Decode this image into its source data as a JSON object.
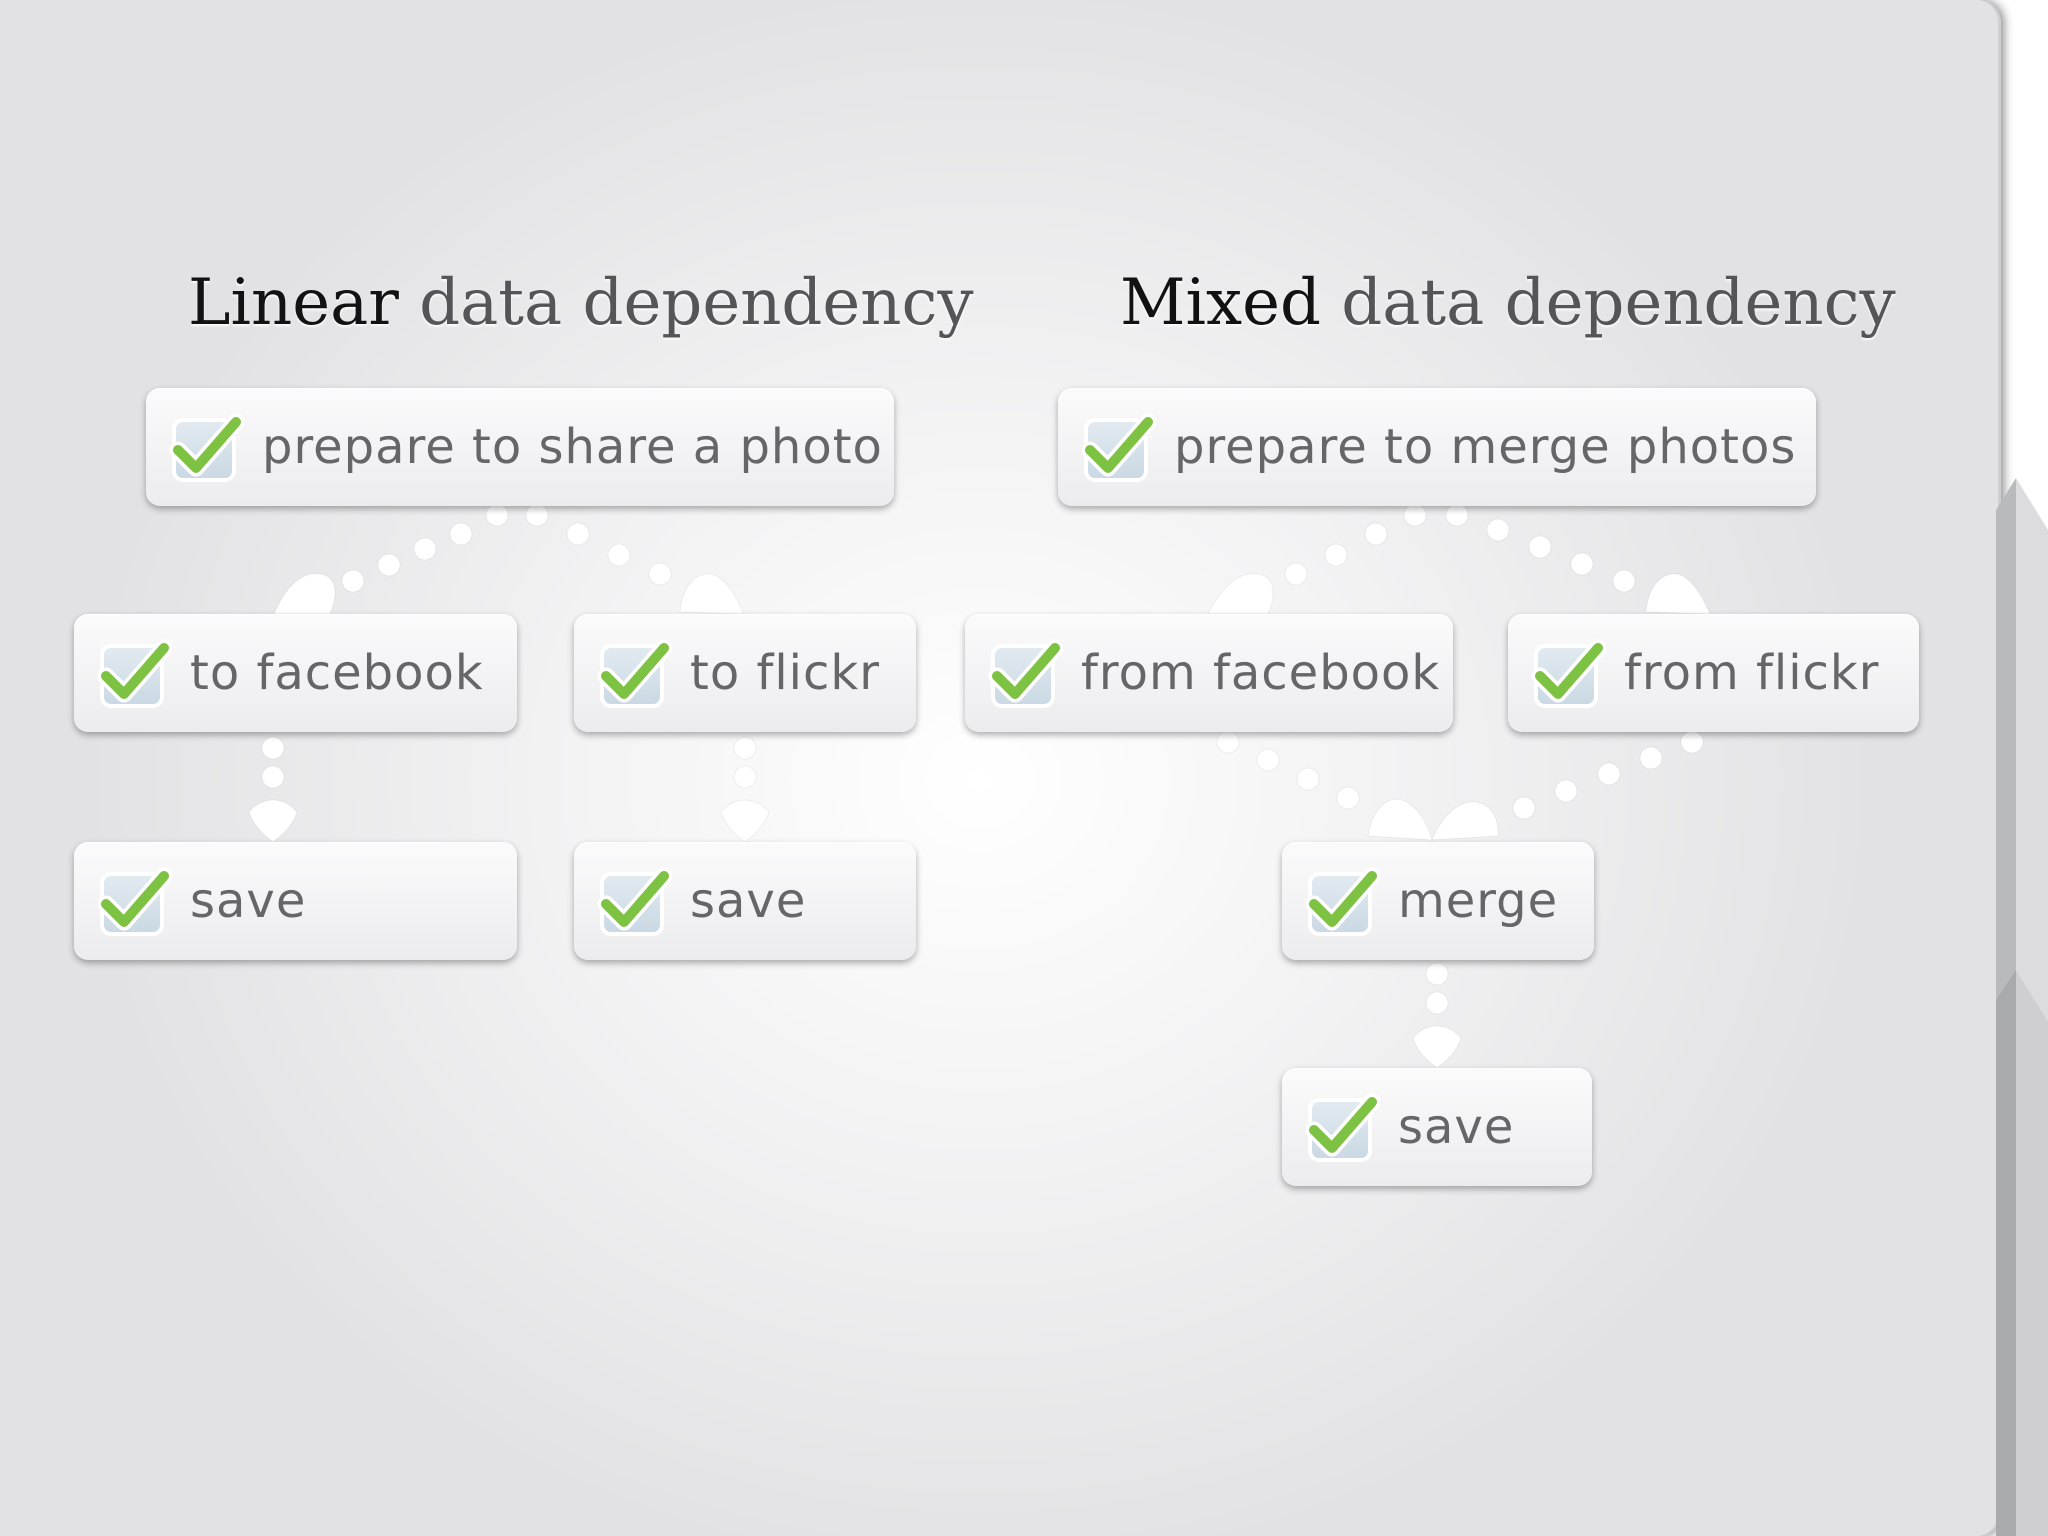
{
  "colors": {
    "background_center": "#ffffff",
    "background_edge": "#e2e2e4",
    "task_text": "#666668",
    "heading_strong": "#121212",
    "heading_light": "#555557",
    "check_green": "#7dc242",
    "check_box": "#d7e3ec",
    "connector": "#ffffff"
  },
  "diagrams": [
    {
      "heading": {
        "strong": "Linear",
        "rest": " data dependency"
      },
      "tasks": {
        "root": {
          "label": "prepare to share a photo",
          "icon": "checkmark-icon"
        },
        "left": {
          "label": "to facebook",
          "icon": "checkmark-icon"
        },
        "right": {
          "label": "to flickr",
          "icon": "checkmark-icon"
        },
        "left_save": {
          "label": "save",
          "icon": "checkmark-icon"
        },
        "right_save": {
          "label": "save",
          "icon": "checkmark-icon"
        }
      }
    },
    {
      "heading": {
        "strong": "Mixed",
        "rest": " data dependency"
      },
      "tasks": {
        "root": {
          "label": "prepare to merge photos",
          "icon": "checkmark-icon"
        },
        "left": {
          "label": "from facebook",
          "icon": "checkmark-icon"
        },
        "right": {
          "label": "from flickr",
          "icon": "checkmark-icon"
        },
        "merge": {
          "label": "merge",
          "icon": "checkmark-icon"
        },
        "save": {
          "label": "save",
          "icon": "checkmark-icon"
        }
      }
    }
  ]
}
